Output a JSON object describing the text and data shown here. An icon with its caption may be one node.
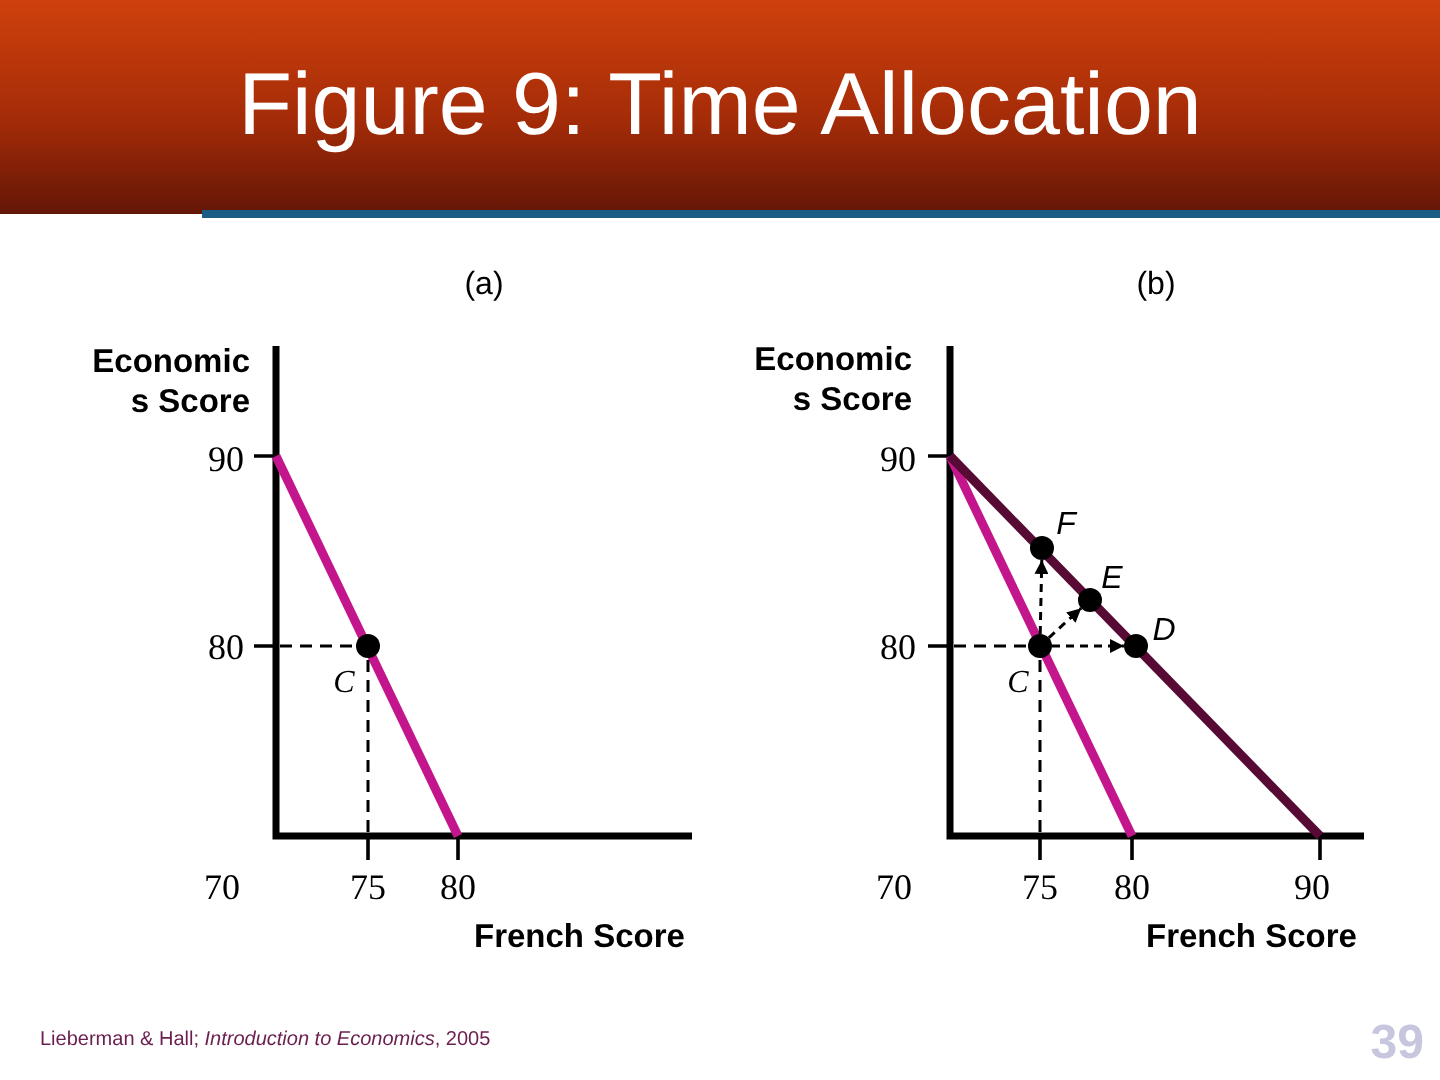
{
  "diagram": {
    "title": "Figure 9: Time Allocation",
    "nodes": [
      {
        "text": [],
        "shape": "circle",
        "beside": [
          "C"
        ]
      },
      {
        "text": [],
        "shape": "circle",
        "beside": [
          "F"
        ]
      },
      {
        "text": [],
        "shape": "circle",
        "beside": [
          "E"
        ]
      },
      {
        "text": [],
        "shape": "circle",
        "beside": [
          "D"
        ]
      },
      {
        "text": [],
        "shape": "circle",
        "beside": [
          "C"
        ]
      }
    ],
    "edges": [
      {
        "from": 4,
        "to": 1,
        "arrow": "to",
        "style": "dashed"
      },
      {
        "from": 4,
        "to": 2,
        "arrow": "to",
        "style": "dashed"
      },
      {
        "from": 4,
        "to": 3,
        "arrow": "to",
        "style": "dashed"
      }
    ],
    "labels": [
      "(a)",
      "(b)",
      "Economic s Score",
      "Economic s Score",
      "90",
      "90",
      "80",
      "80",
      "70",
      "75",
      "80",
      "70",
      "75",
      "80",
      "90",
      "French Score",
      "French Score",
      "Lieberman & Hall; *Introduction to Economics*, 2005",
      "39"
    ]
  }
}
